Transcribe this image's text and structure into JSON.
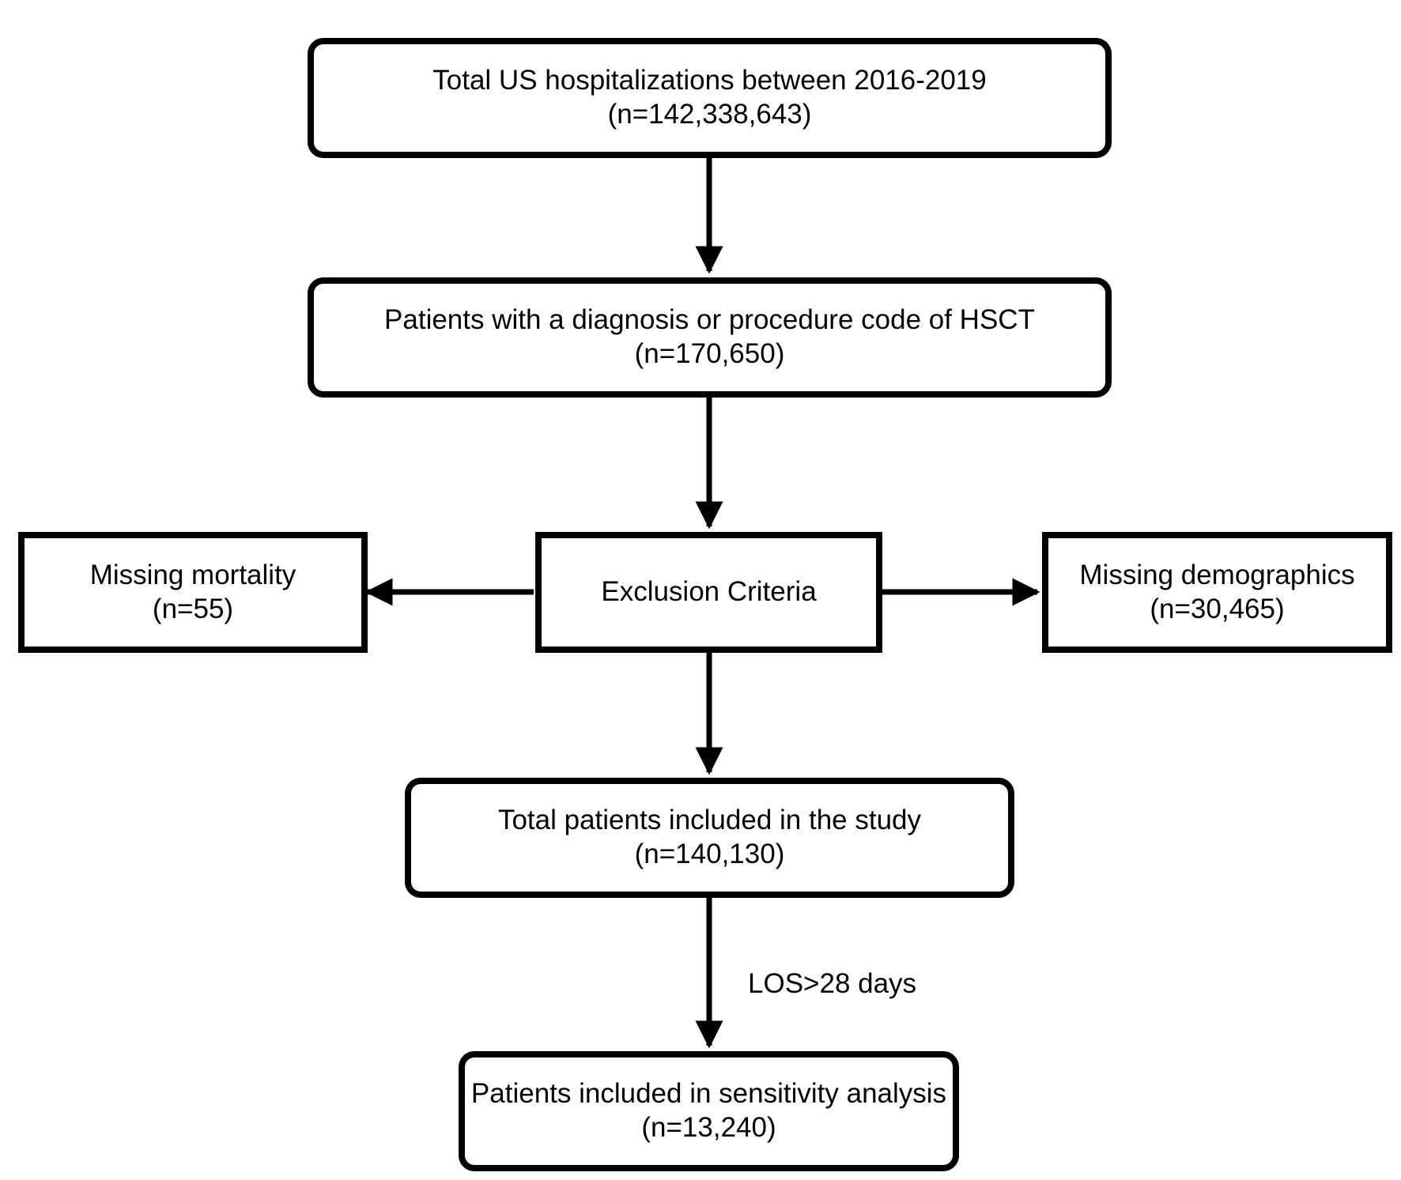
{
  "nodes": {
    "total_hospitalizations": {
      "line1": "Total US hospitalizations between 2016-2019",
      "line2": "(n=142,338,643)"
    },
    "hsct_patients": {
      "line1": "Patients with a diagnosis or procedure code of HSCT",
      "line2": "(n=170,650)"
    },
    "exclusion_criteria": {
      "line1": "Exclusion Criteria"
    },
    "missing_mortality": {
      "line1": "Missing mortality",
      "line2": "(n=55)"
    },
    "missing_demographics": {
      "line1": "Missing demographics",
      "line2": "(n=30,465)"
    },
    "total_included": {
      "line1": "Total patients included in the study",
      "line2": "(n=140,130)"
    },
    "sensitivity_analysis": {
      "line1": "Patients included in sensitivity analysis",
      "line2": "(n=13,240)"
    }
  },
  "edges": {
    "los_label": "LOS>28 days"
  },
  "colors": {
    "stroke": "#000000",
    "background": "#ffffff"
  }
}
